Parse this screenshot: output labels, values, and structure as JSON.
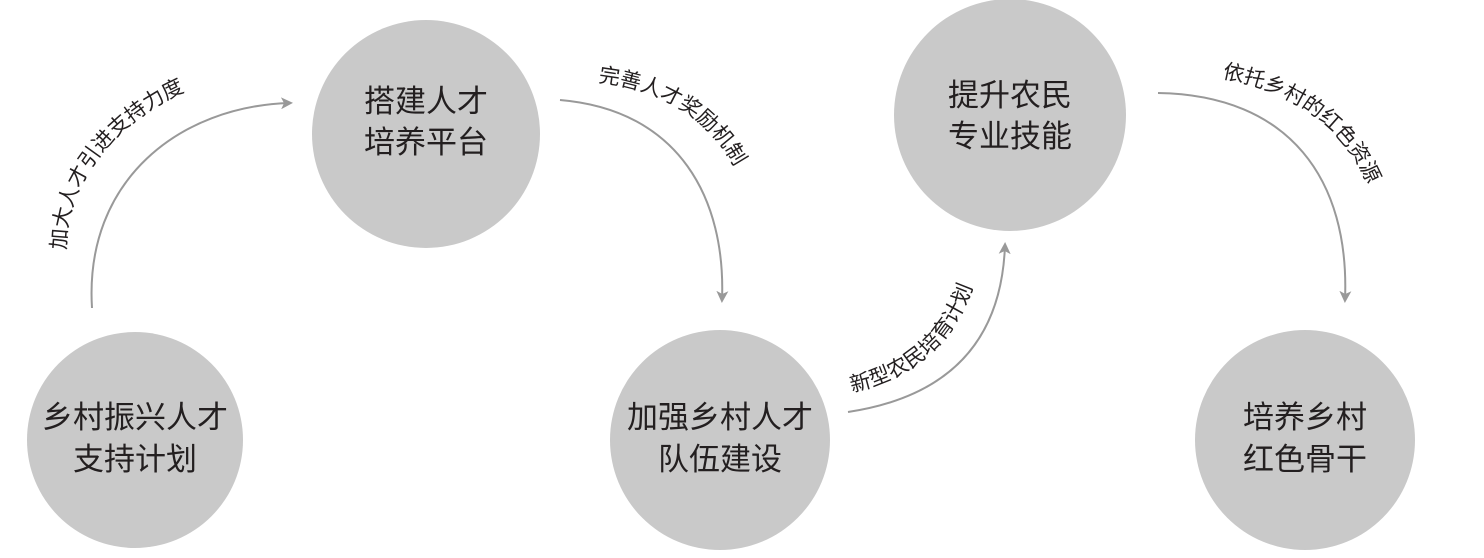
{
  "colors": {
    "node_fill": "#c9c9c9",
    "arrow": "#999999",
    "text": "#231f20"
  },
  "nodes": [
    {
      "id": "n1",
      "line1": "乡村振兴人才",
      "line2": "支持计划"
    },
    {
      "id": "n2",
      "line1": "搭建人才",
      "line2": "培养平台"
    },
    {
      "id": "n3",
      "line1": "加强乡村人才",
      "line2": "队伍建设"
    },
    {
      "id": "n4",
      "line1": "提升农民",
      "line2": "专业技能"
    },
    {
      "id": "n5",
      "line1": "培养乡村",
      "line2": "红色骨干"
    }
  ],
  "edges": [
    {
      "from": "n1",
      "to": "n2",
      "label": "加大人才引进支持力度"
    },
    {
      "from": "n2",
      "to": "n3",
      "label": "完善人才奖励机制"
    },
    {
      "from": "n3",
      "to": "n4",
      "label": "新型农民培育计划"
    },
    {
      "from": "n4",
      "to": "n5",
      "label": "依托乡村的红色资源"
    }
  ]
}
